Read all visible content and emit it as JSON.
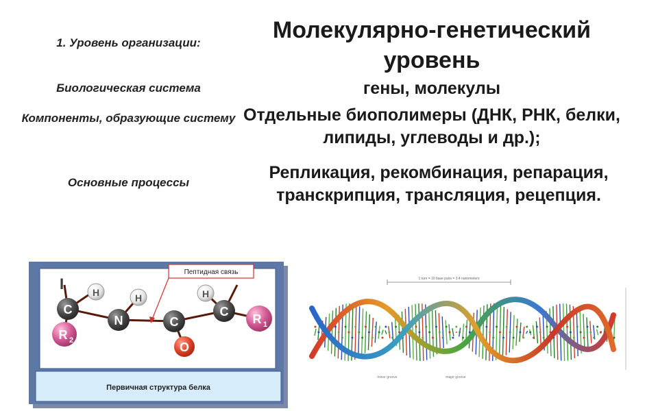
{
  "table": {
    "row1": {
      "label": "1. Уровень организации:",
      "value": "Молекулярно-генетический уровень"
    },
    "row2": {
      "label": "Биологическая система",
      "value": "гены, молекулы"
    },
    "row3": {
      "label": "Компоненты, образующие систему",
      "value": "Отдельные биополимеры (ДНК, РНК, белки, липиды, углеводы и др.);"
    },
    "row4": {
      "label": "Основные процессы",
      "value": "Репликация, рекомбинация, репарация, транскрипция, трансляция, рецепция."
    }
  },
  "protein_figure": {
    "bond_label": "Пептидная связь",
    "caption": "Первичная структура белка",
    "atoms": {
      "i": "I",
      "c1": "C",
      "r2": "R",
      "r2_sub": "2",
      "h1": "H",
      "n": "N",
      "h2": "H",
      "c2": "C",
      "o": "O",
      "h3": "H",
      "c3": "C",
      "r1": "R",
      "r1_sub": "1"
    }
  },
  "dna_figure": {
    "scale_label": "1 turn = 10 base pairs = 3.4 nanometers",
    "minor_groove": "minor groove",
    "major_groove": "major groove"
  }
}
